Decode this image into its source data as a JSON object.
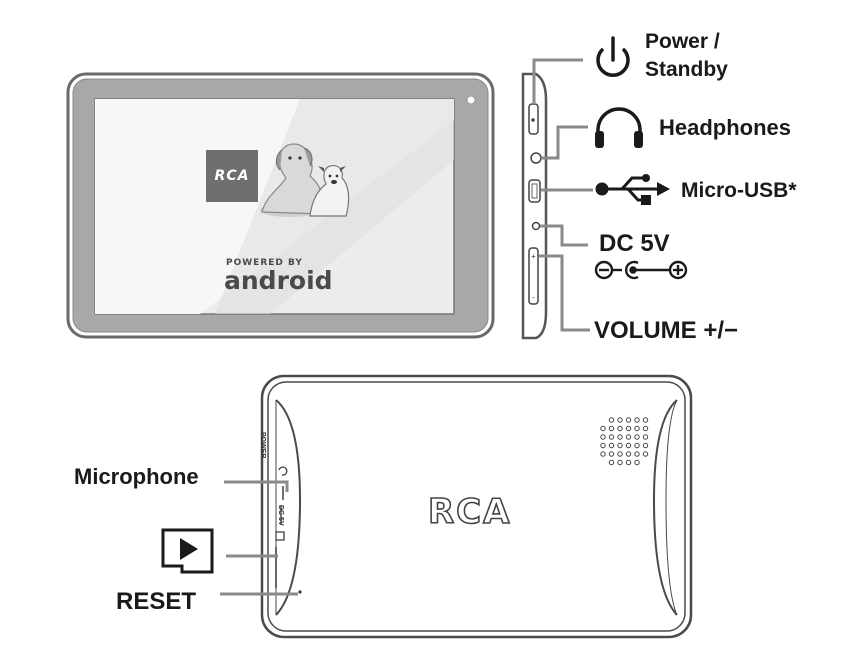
{
  "front": {
    "brand": "RCA",
    "powered_by": "POWERED BY",
    "os_name": "android"
  },
  "side_labels": {
    "power": "Power /",
    "power_line2": "Standby",
    "headphones": "Headphones",
    "micro_usb": "Micro-USB*",
    "dc": "DC 5V",
    "volume": "VOLUME +/−"
  },
  "back_labels": {
    "microphone": "Microphone",
    "reset": "RESET"
  },
  "back_edge_text": {
    "power": "POWER",
    "dc": "DC 5V"
  },
  "back": {
    "brand": "RCA"
  },
  "icons": [
    "power-icon",
    "headphones-icon",
    "usb-icon",
    "dc-polarity-icon",
    "microsd-card-icon",
    "speaker-grille-icon",
    "dogs-image"
  ]
}
